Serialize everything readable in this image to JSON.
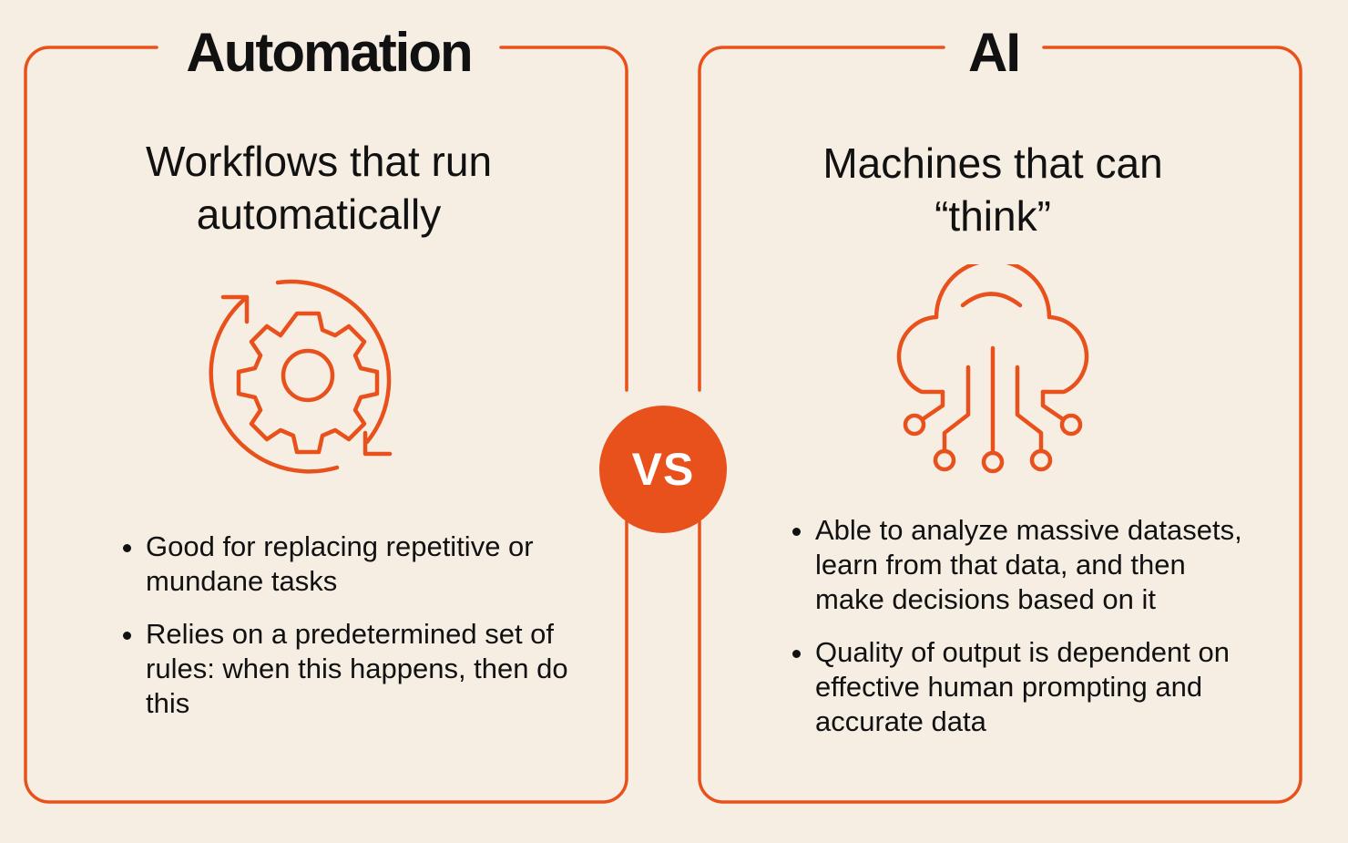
{
  "colors": {
    "accent": "#e8501c",
    "background": "#f6eee3"
  },
  "left": {
    "title": "Automation",
    "subtitle_line1": "Workflows that run",
    "subtitle_line2": "automatically",
    "icon": "gear-cycle-icon",
    "bullets": [
      "Good for replacing repetitive or mundane tasks",
      "Relies on a predetermined set of rules: when this happens, then do this"
    ]
  },
  "right": {
    "title": "AI",
    "subtitle_line1": "Machines that can",
    "subtitle_line2": "“think”",
    "icon": "cloud-circuit-icon",
    "bullets": [
      "Able to analyze massive datasets, learn from that data, and then make decisions based on it",
      "Quality of output is dependent on effective human prompting and accurate data"
    ]
  },
  "vs_label": "VS"
}
